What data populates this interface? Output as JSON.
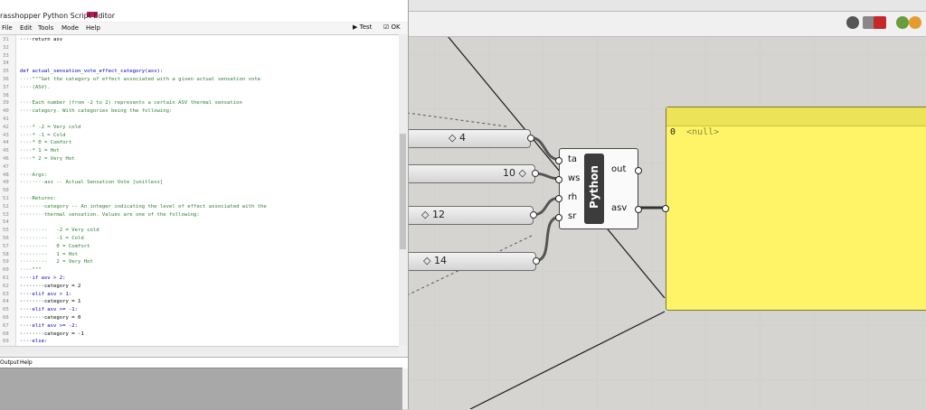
{
  "editor": {
    "title": "rasshopper Python Script Editor",
    "menu": [
      "File",
      "Edit",
      "Tools",
      "Mode",
      "Help"
    ],
    "test_label": "Test",
    "ok_label": "OK",
    "tabs": [
      "Output",
      "Help"
    ],
    "code_lines": [
      {
        "n": "31",
        "t": "····return asv",
        "c": "n"
      },
      {
        "n": "32",
        "t": "",
        "c": "n"
      },
      {
        "n": "33",
        "t": "",
        "c": "n"
      },
      {
        "n": "34",
        "t": "",
        "c": "n"
      },
      {
        "n": "35",
        "t": "def actual_sensation_vote_effect_category(asv):",
        "c": "k"
      },
      {
        "n": "36",
        "t": "····\"\"\"Get the category of effect associated with a given actual sensation vote",
        "c": "c"
      },
      {
        "n": "37",
        "t": "····(ASV).",
        "c": "c"
      },
      {
        "n": "38",
        "t": "",
        "c": "n"
      },
      {
        "n": "39",
        "t": "····Each number (from -2 to 2) represents a certain ASV thermal sensation",
        "c": "c"
      },
      {
        "n": "40",
        "t": "····category. With categories being the following:",
        "c": "c"
      },
      {
        "n": "41",
        "t": "",
        "c": "n"
      },
      {
        "n": "42",
        "t": "····* -2 = Very cold",
        "c": "c"
      },
      {
        "n": "43",
        "t": "····* -1 = Cold",
        "c": "c"
      },
      {
        "n": "44",
        "t": "····* 0 = Comfort",
        "c": "c"
      },
      {
        "n": "45",
        "t": "····* 1 = Hot",
        "c": "c"
      },
      {
        "n": "46",
        "t": "····* 2 = Very Hot",
        "c": "c"
      },
      {
        "n": "47",
        "t": "",
        "c": "n"
      },
      {
        "n": "48",
        "t": "····Args:",
        "c": "c"
      },
      {
        "n": "49",
        "t": "········asv -- Actual Sensation Vote [unitless]",
        "c": "c"
      },
      {
        "n": "50",
        "t": "",
        "c": "n"
      },
      {
        "n": "51",
        "t": "····Returns:",
        "c": "c"
      },
      {
        "n": "52",
        "t": "········category -- An integer indicating the level of effect associated with the",
        "c": "c"
      },
      {
        "n": "53",
        "t": "········thermal sensation. Values are one of the following:",
        "c": "c"
      },
      {
        "n": "54",
        "t": "",
        "c": "n"
      },
      {
        "n": "55",
        "t": "········-   -2 = Very cold",
        "c": "c"
      },
      {
        "n": "56",
        "t": "········-   -1 = Cold",
        "c": "c"
      },
      {
        "n": "57",
        "t": "········-   0 = Comfort",
        "c": "c"
      },
      {
        "n": "58",
        "t": "········-   1 = Hot",
        "c": "c"
      },
      {
        "n": "59",
        "t": "········-   2 = Very Hot",
        "c": "c"
      },
      {
        "n": "60",
        "t": "····\"\"\"",
        "c": "c"
      },
      {
        "n": "61",
        "t": "····if asv > 2:",
        "c": "k"
      },
      {
        "n": "62",
        "t": "········category = 2",
        "c": "n"
      },
      {
        "n": "63",
        "t": "····elif asv > 1:",
        "c": "k"
      },
      {
        "n": "64",
        "t": "········category = 1",
        "c": "n"
      },
      {
        "n": "65",
        "t": "····elif asv >= -1:",
        "c": "k"
      },
      {
        "n": "66",
        "t": "········category = 0",
        "c": "n"
      },
      {
        "n": "67",
        "t": "····elif asv >= -2:",
        "c": "k"
      },
      {
        "n": "68",
        "t": "········category = -1",
        "c": "n"
      },
      {
        "n": "69",
        "t": "····else:",
        "c": "k"
      }
    ]
  },
  "canvas": {
    "sliders": [
      {
        "label": "◇ 4"
      },
      {
        "label": "10 ◇"
      },
      {
        "label": "◇ 12"
      },
      {
        "label": "◇ 14"
      }
    ],
    "component": {
      "name": "Python",
      "inputs": [
        "ta",
        "ws",
        "rh",
        "sr"
      ],
      "outputs": [
        "out",
        "asv"
      ]
    },
    "panel": {
      "index": "0",
      "value": "<null>"
    }
  },
  "colors": {
    "panel": "#fff467",
    "keyword": "#0000c0",
    "comment": "#2e7d32"
  }
}
